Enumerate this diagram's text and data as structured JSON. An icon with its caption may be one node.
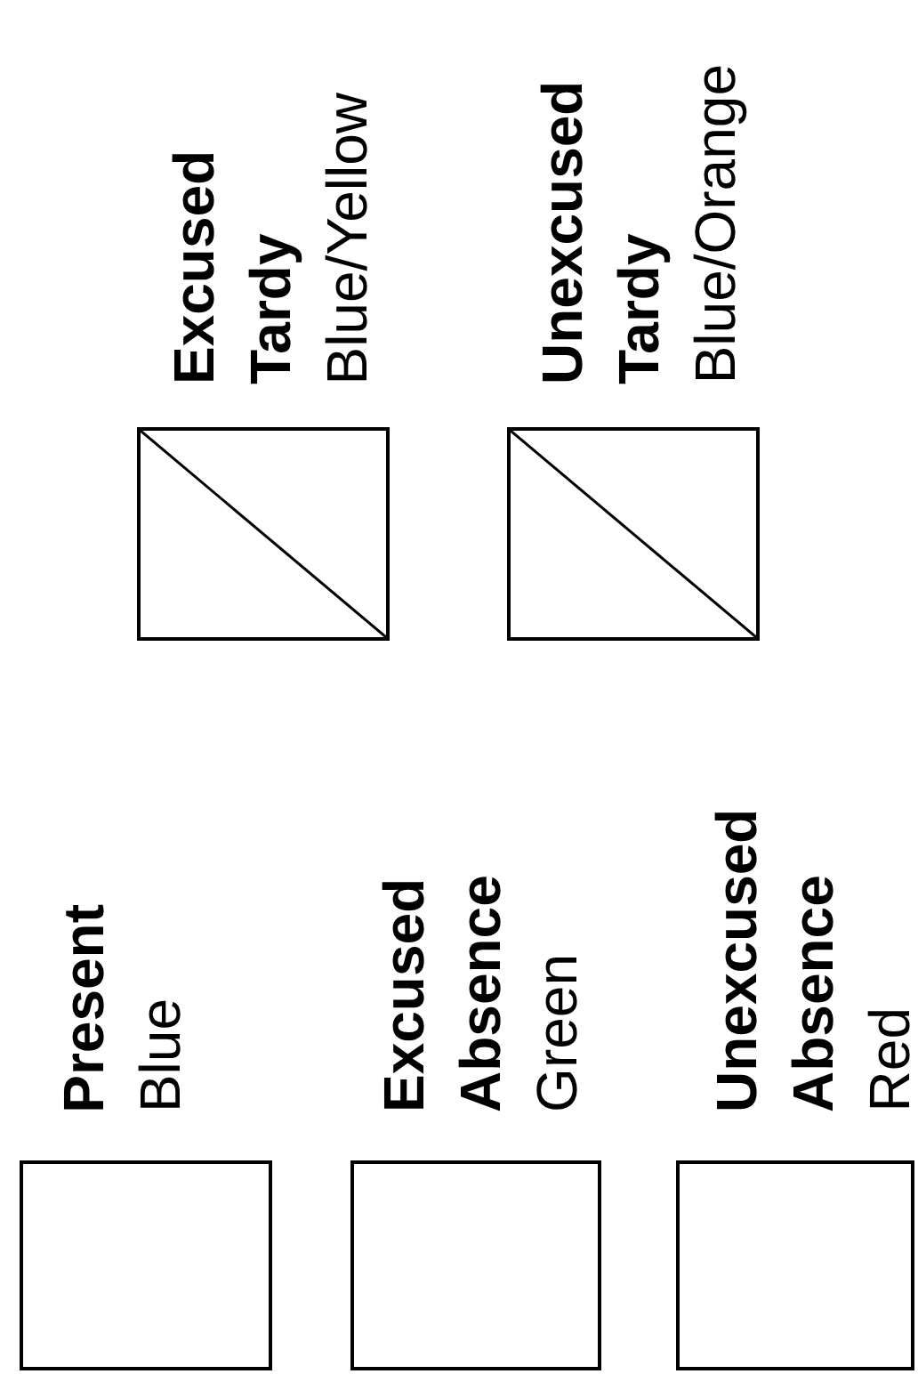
{
  "diagram": {
    "nodes": [
      {
        "text": [],
        "shape": "box",
        "beside": [
          "Present",
          "Blue"
        ]
      },
      {
        "text": [],
        "shape": "box",
        "beside": [
          "Excused Absence",
          "Green"
        ]
      },
      {
        "text": [],
        "shape": "box",
        "beside": [
          "Unexcused Absence",
          "Red"
        ]
      },
      {
        "text": [],
        "shape": "split-box",
        "beside": [
          "Excused Tardy",
          "Blue/Yellow"
        ]
      },
      {
        "text": [],
        "shape": "split-box",
        "beside": [
          "Unexcused Tardy",
          "Blue/Orange"
        ]
      }
    ]
  }
}
